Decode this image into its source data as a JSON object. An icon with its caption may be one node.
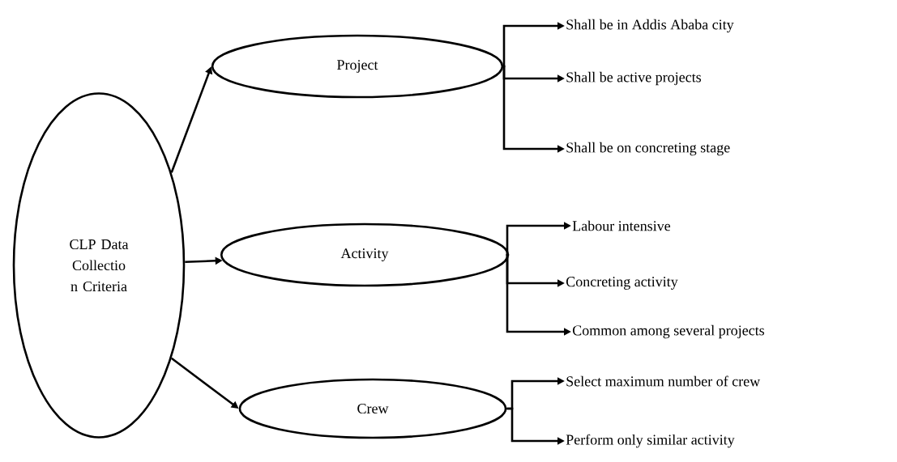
{
  "diagram": {
    "nodes": [
      {
        "text": [
          "CLP Data Collectio n Criteria"
        ]
      },
      {
        "text": [
          "Project"
        ]
      },
      {
        "text": [
          "Activity"
        ]
      },
      {
        "text": [
          "Crew"
        ]
      },
      {
        "text": [
          "Shall be in Addis Ababa city"
        ]
      },
      {
        "text": [
          "Shall be active projects"
        ]
      },
      {
        "text": [
          "Shall be on concreting stage"
        ]
      },
      {
        "text": [
          "Labour intensive"
        ]
      },
      {
        "text": [
          "Concreting activity"
        ]
      },
      {
        "text": [
          "Common among several projects"
        ]
      },
      {
        "text": [
          "Select maximum number of crew"
        ]
      },
      {
        "text": [
          "Perform only similar activity"
        ]
      }
    ],
    "edges": [
      {
        "from": 0,
        "to": 1,
        "arrow": "to"
      },
      {
        "from": 0,
        "to": 2,
        "arrow": "to"
      },
      {
        "from": 0,
        "to": 3,
        "arrow": "to"
      },
      {
        "from": 1,
        "to": 4,
        "arrow": "to"
      },
      {
        "from": 1,
        "to": 5,
        "arrow": "to"
      },
      {
        "from": 1,
        "to": 6,
        "arrow": "to"
      },
      {
        "from": 2,
        "to": 7,
        "arrow": "to"
      },
      {
        "from": 2,
        "to": 8,
        "arrow": "to"
      },
      {
        "from": 2,
        "to": 9,
        "arrow": "to"
      },
      {
        "from": 3,
        "to": 10,
        "arrow": "to"
      },
      {
        "from": 3,
        "to": 11,
        "arrow": "to"
      }
    ]
  }
}
